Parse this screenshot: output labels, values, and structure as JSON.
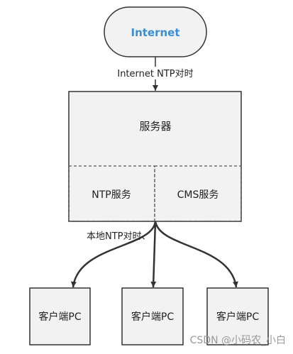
{
  "diagram": {
    "internet_label": "Internet",
    "edge_internet_label": "Internet NTP对时",
    "server_label": "服务器",
    "ntp_service_label": "NTP服务",
    "cms_service_label": "CMS服务",
    "edge_local_label": "本地NTP对时、",
    "clients": [
      {
        "label": "客户端PC"
      },
      {
        "label": "客户端PC"
      },
      {
        "label": "客户端PC"
      }
    ],
    "watermark": "CSDN @小码农_小白"
  },
  "colors": {
    "internet_text": "#3a8fd6",
    "box_fill": "#f2f2f2",
    "stroke": "#333333",
    "text": "#222222",
    "watermark": "#9a9a9a"
  }
}
